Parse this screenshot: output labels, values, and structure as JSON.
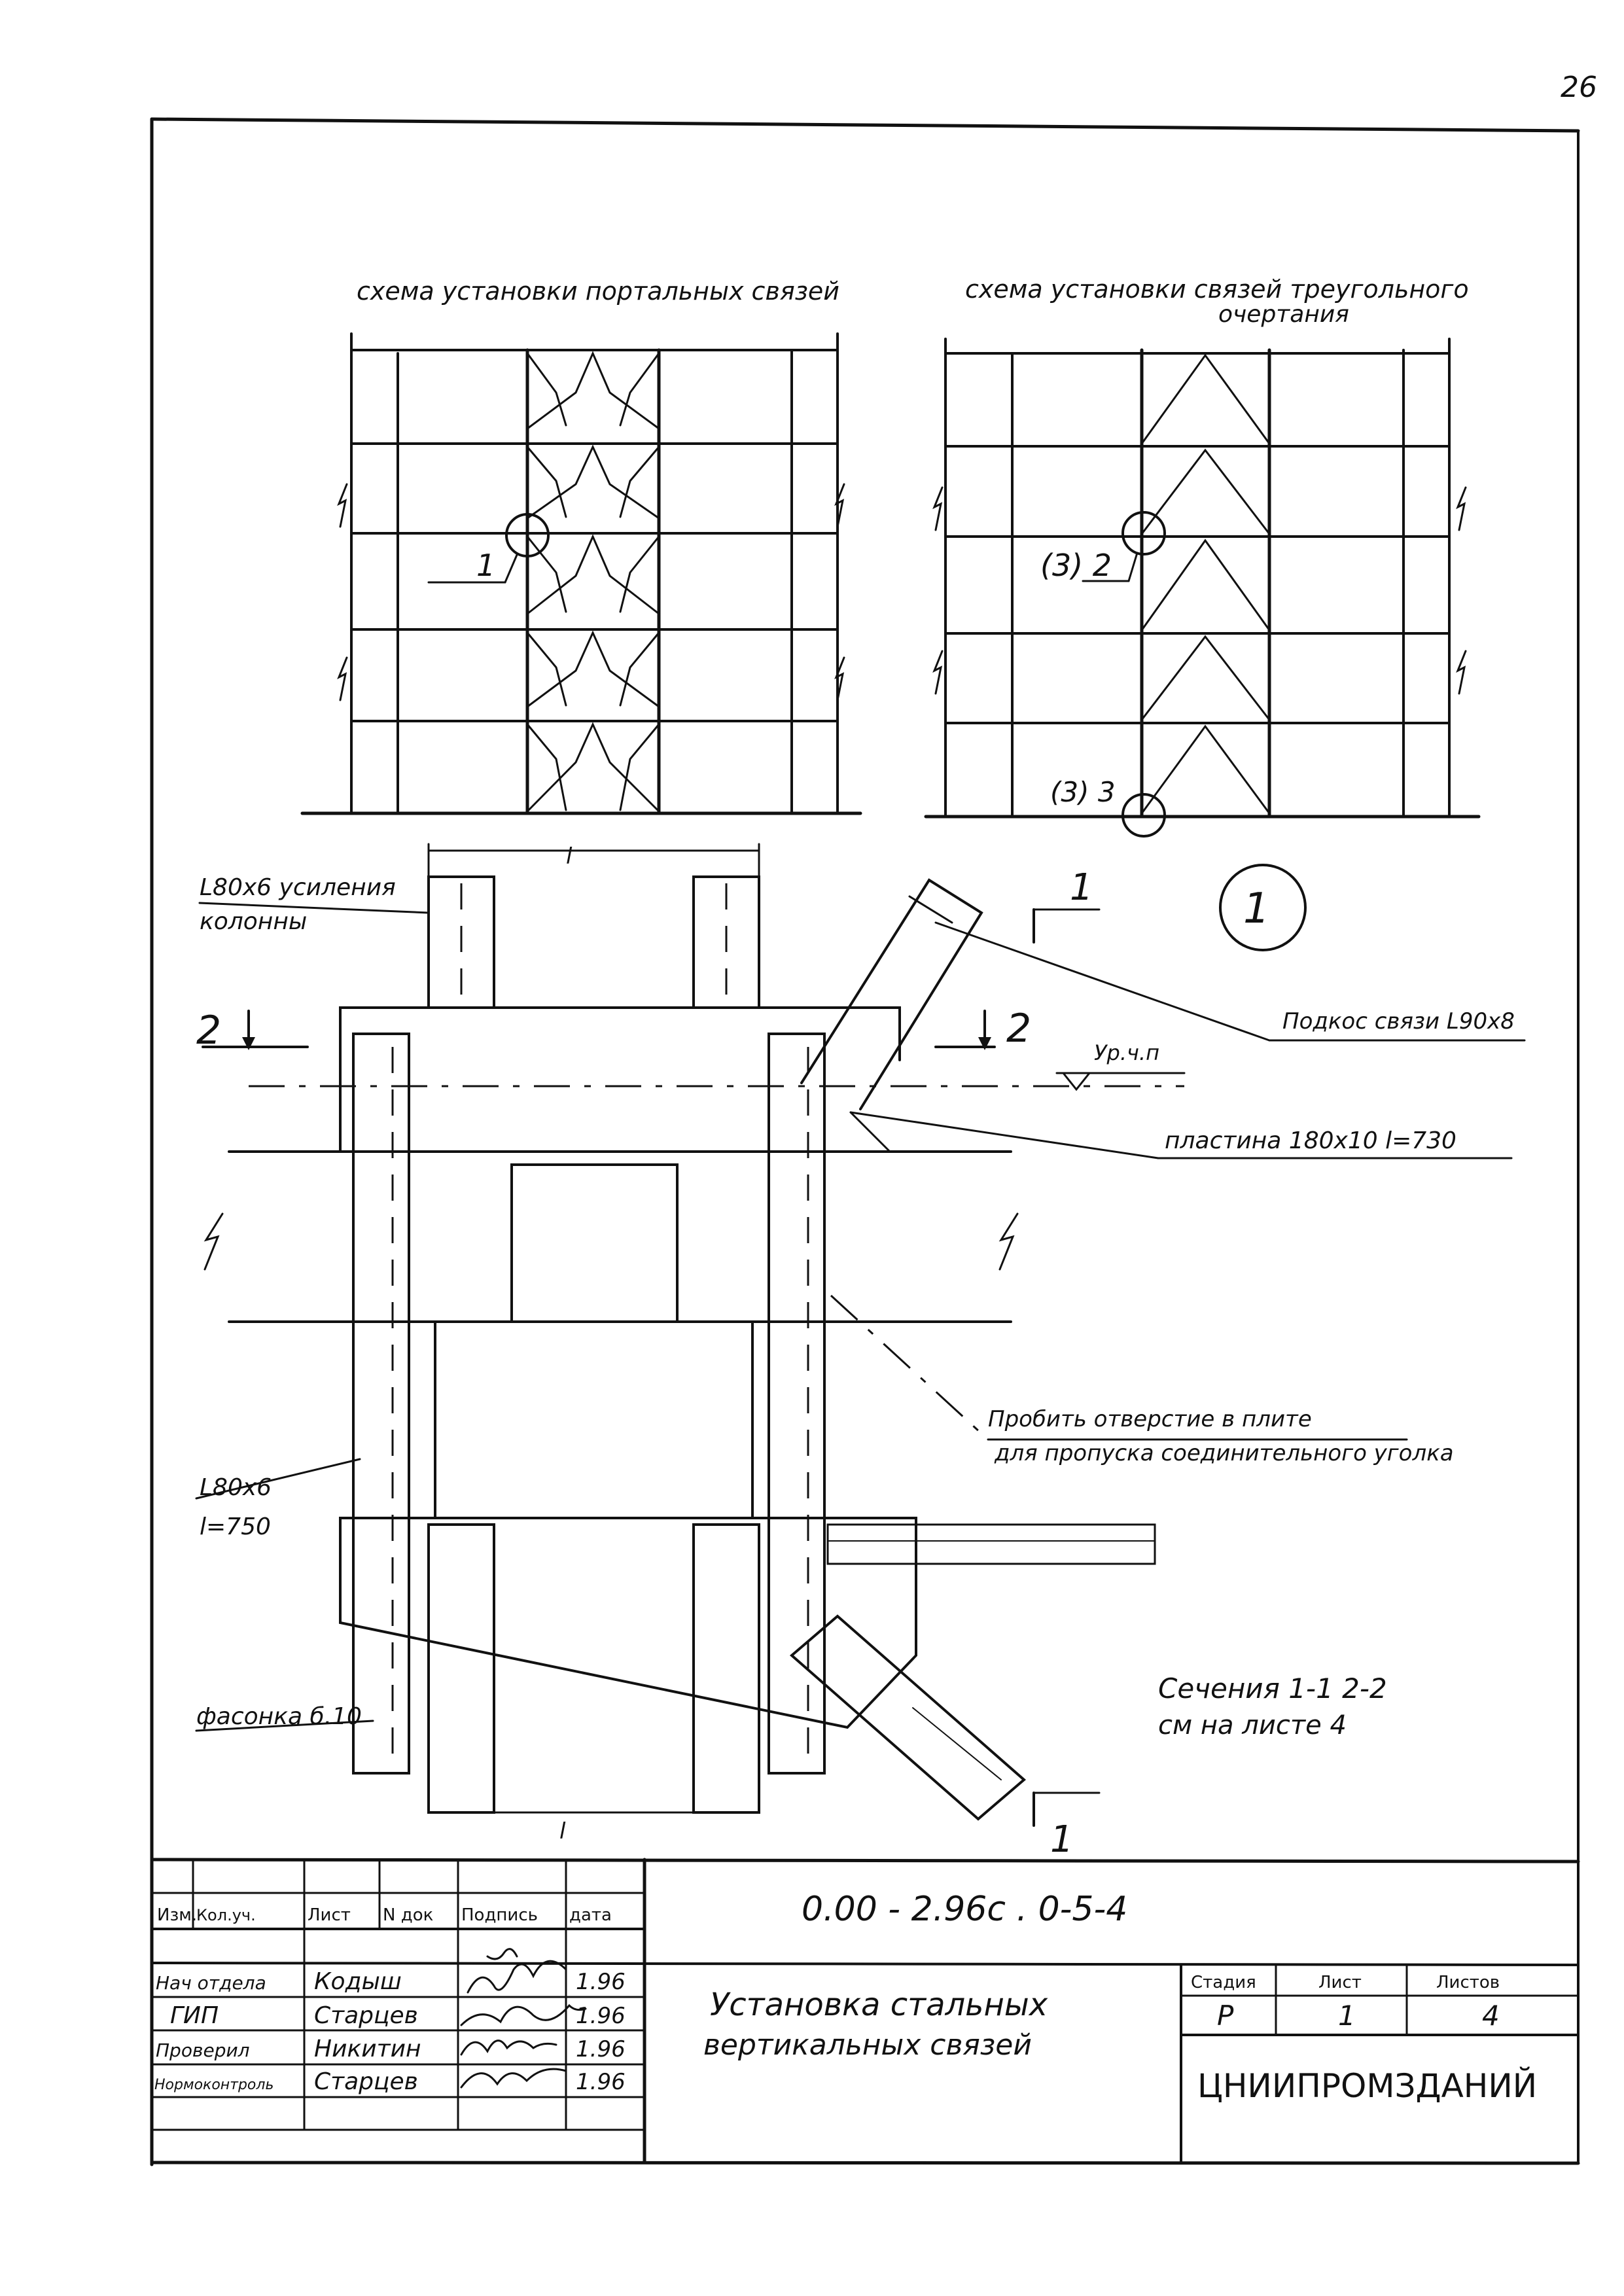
{
  "page_number": "26",
  "schemes": {
    "portal": {
      "title": "схема установки портальных связей",
      "node_label": "1"
    },
    "triangular": {
      "title_line1": "схема установки связей треугольного",
      "title_line2": "очертания",
      "node2_label": "(3) 2",
      "node3_label": "(3) 3"
    },
    "axis_mark": "l"
  },
  "detail": {
    "node_number": "1",
    "labels": {
      "angle_reinforcement": "L80x6 усиления",
      "angle_reinforcement_2": "колонны",
      "brace": "Подкос связи L90x8",
      "plate": "пластина 180x10 l=730",
      "level": "Ур.ч.п",
      "hole_1": "Пробить отверстие в плите",
      "hole_2": "для пропуска соединительного уголка",
      "angle_short": "L80x6",
      "angle_short_len": "l=750",
      "gusset": "фасонка б.10",
      "dim": "l",
      "sections_1": "Сечения 1-1   2-2",
      "sections_2": "см на листе 4"
    },
    "section_marks": {
      "s1": "1",
      "s2": "2"
    }
  },
  "title_block": {
    "code": "0.00 - 2.96с . 0-5-4",
    "headers": [
      "Изм.",
      "Кол.уч.",
      "Лист",
      "N док",
      "Подпись",
      "дата"
    ],
    "rows": [
      {
        "role": "Нач отдела",
        "name": "Кодыш",
        "date": "1.96"
      },
      {
        "role": "ГИП",
        "name": "Старцев",
        "date": "1.96"
      },
      {
        "role": "Проверил",
        "name": "Никитин",
        "date": "1.96"
      },
      {
        "role": "Нормоконтроль",
        "name": "Старцев",
        "date": "1.96"
      }
    ],
    "title_line1": "Установка  стальных",
    "title_line2": "вертикальных  связей",
    "stage_header": "Стадия",
    "sheet_header": "Лист",
    "sheets_header": "Листов",
    "stage": "Р",
    "sheet": "1",
    "sheets": "4",
    "organization": "ЦНИИПРОМЗДАНИЙ"
  }
}
